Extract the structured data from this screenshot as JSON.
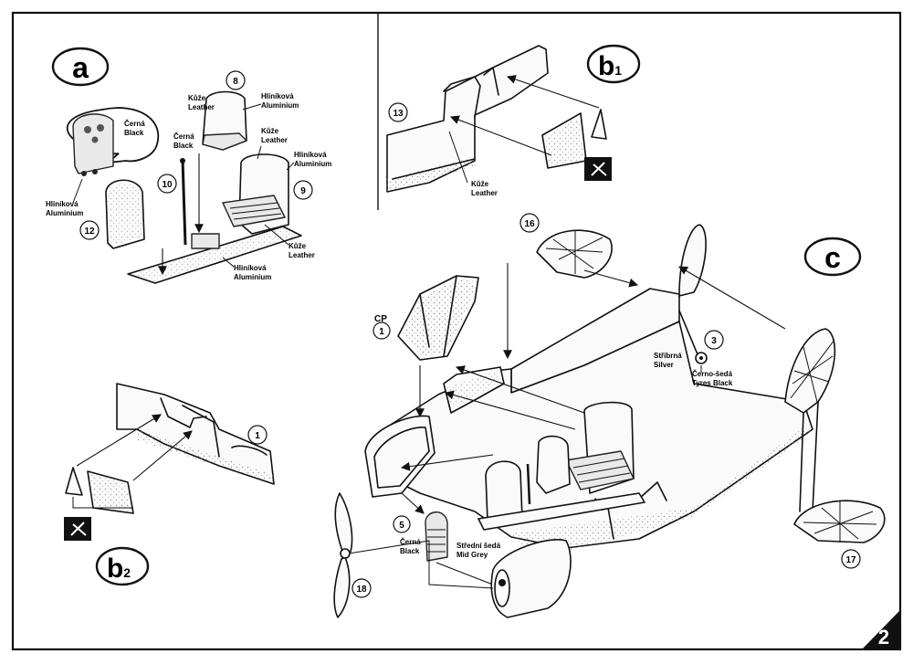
{
  "page_number": "2",
  "sections": {
    "a": "a",
    "b1": {
      "letter": "b",
      "sub": "1"
    },
    "b2": {
      "letter": "b",
      "sub": "2"
    },
    "c": "c"
  },
  "parts": {
    "p1": "1",
    "p3": "3",
    "p5": "5",
    "p8": "8",
    "p9": "9",
    "p10": "10",
    "p12": "12",
    "p13": "13",
    "p16": "16",
    "p17": "17",
    "p18": "18",
    "cp": "CP",
    "cp_num": "1"
  },
  "labels": {
    "cerna_black_panel": [
      "Černá",
      "Black"
    ],
    "hlinikova_aluminium_panel": [
      "Hliníková",
      "Aluminium"
    ],
    "cerna_black_stick": [
      "Černá",
      "Black"
    ],
    "kuze_leather_seat": [
      "Kůže",
      "Leather"
    ],
    "hlinikova_aluminium_seat": [
      "Hliníková",
      "Aluminium"
    ],
    "kuze_leather_bench": [
      "Kůže",
      "Leather"
    ],
    "hlinikova_aluminium_bench": [
      "Hliníková",
      "Aluminium"
    ],
    "kuze_leather_cushion": [
      "Kůže",
      "Leather"
    ],
    "hlinikova_aluminium_floor": [
      "Hliníková",
      "Aluminium"
    ],
    "kuze_leather_b1": [
      "Kůže",
      "Leather"
    ],
    "stribrna_silver": [
      "Stříbrná",
      "Silver"
    ],
    "cernoseda_tyres": [
      "Černo-šedá",
      "Tyres Black"
    ],
    "cerna_black_c": [
      "Černá",
      "Black"
    ],
    "stredni_seda_grey": [
      "Střední šedá",
      "Mid Grey"
    ]
  },
  "colors": {
    "ink": "#111111",
    "paper": "#ffffff",
    "shade": "#e9e9e9"
  }
}
